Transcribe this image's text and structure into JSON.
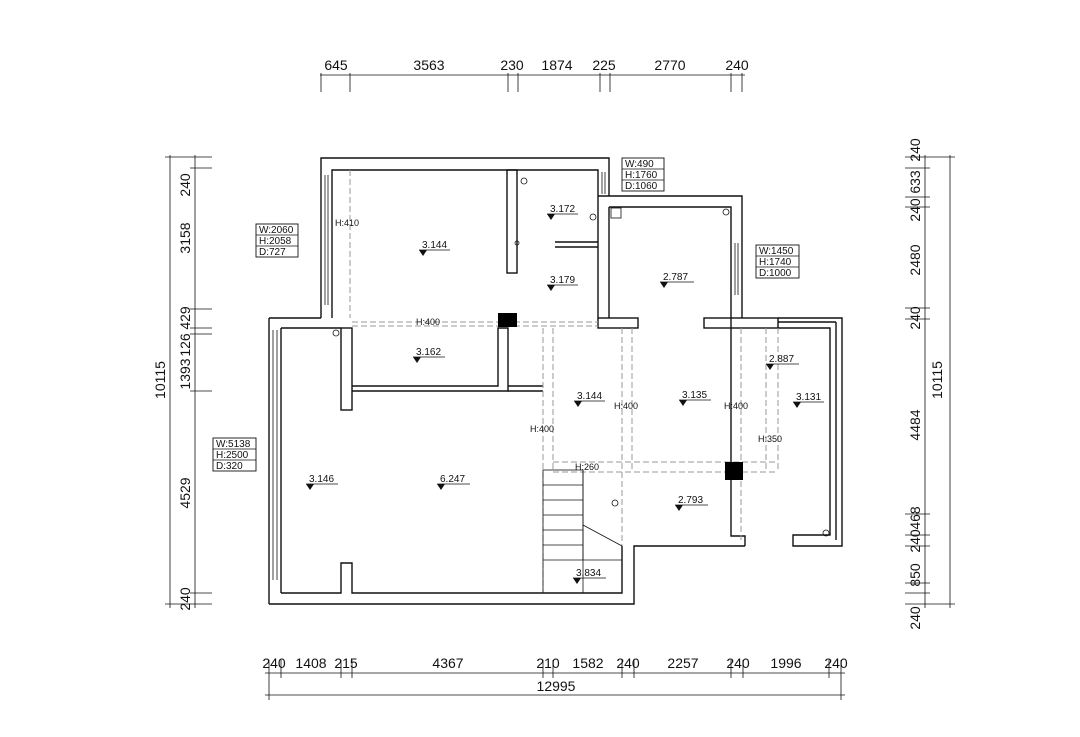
{
  "dimensions": {
    "top": [
      "645",
      "3563",
      "230",
      "1874",
      "225",
      "2770",
      "240"
    ],
    "bottom": [
      "240",
      "1408",
      "215",
      "4367",
      "210",
      "1582",
      "240",
      "2257",
      "240",
      "1996",
      "240"
    ],
    "bottom_total": "12995",
    "left": [
      "240",
      "3158",
      "429",
      "126",
      "1393",
      "4529",
      "240"
    ],
    "left_total": "10115",
    "right": [
      "240",
      "633",
      "240",
      "2480",
      "240",
      "4484",
      "468",
      "240",
      "850",
      "240"
    ],
    "right_total": "10115"
  },
  "openings": [
    {
      "w": "W:490",
      "h": "H:1760",
      "d": "D:1060"
    },
    {
      "w": "W:2060",
      "h": "H:2058",
      "d": "D:727"
    },
    {
      "w": "W:1450",
      "h": "H:1740",
      "d": "D:1000"
    },
    {
      "w": "W:5138",
      "h": "H:2500",
      "d": "D:320"
    }
  ],
  "elevations": [
    "3.172",
    "3.144",
    "3.179",
    "2.787",
    "3.162",
    "3.144",
    "3.135",
    "2.887",
    "3.131",
    "3.146",
    "6.247",
    "2.793",
    "3.834"
  ],
  "beam_heights": [
    "H:410",
    "H:400",
    "H:400",
    "H:400",
    "H:400",
    "H:350",
    "H:260"
  ]
}
